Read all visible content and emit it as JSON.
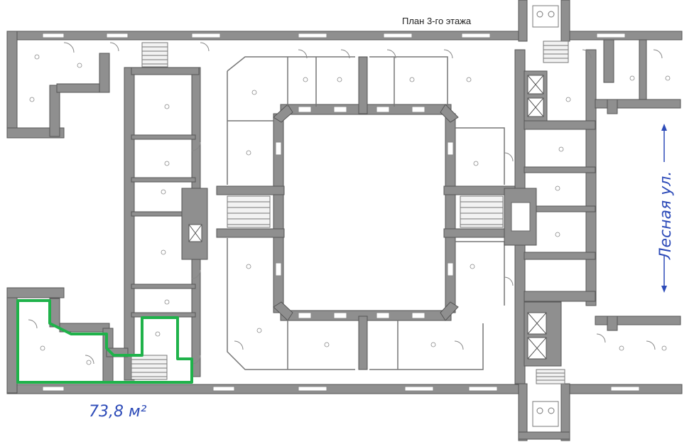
{
  "plan": {
    "title": "План 3-го этажа",
    "street_label": "Лесная ул.",
    "area_label": "73,8 м²",
    "highlight_color": "#1fb24a",
    "handwriting_color": "#2d4bb8"
  }
}
